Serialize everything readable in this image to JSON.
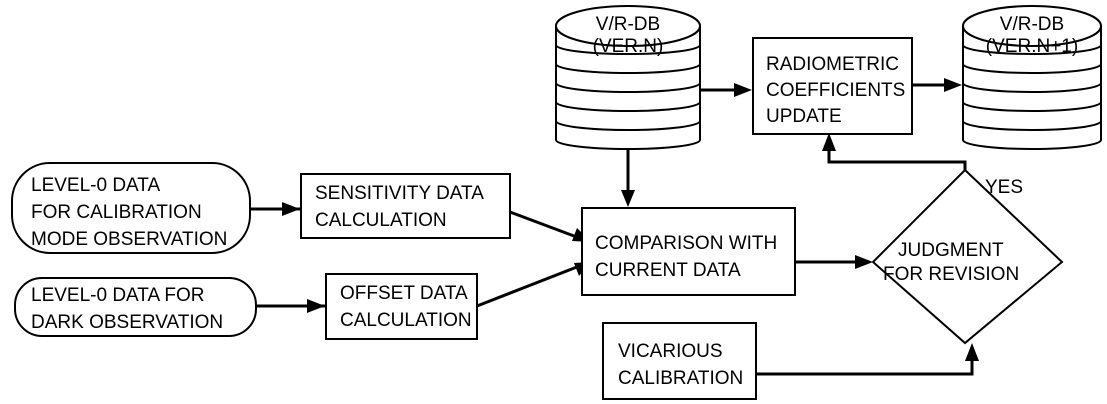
{
  "nodes": {
    "level0_calibration": [
      "LEVEL-0 DATA",
      "FOR CALIBRATION",
      "MODE OBSERVATION"
    ],
    "level0_dark": [
      "LEVEL-0 DATA FOR",
      "DARK OBSERVATION"
    ],
    "sensitivity_calc": [
      "SENSITIVITY DATA",
      "CALCULATION"
    ],
    "offset_calc": [
      "OFFSET DATA",
      "CALCULATION"
    ],
    "comparison": [
      "COMPARISON WITH",
      "CURRENT DATA"
    ],
    "judgment": [
      "JUDGMENT",
      "FOR REVISION"
    ],
    "vicarious": [
      "VICARIOUS",
      "CALIBRATION"
    ],
    "coeff_update": [
      "RADIOMETRIC",
      "COEFFICIENTS",
      "UPDATE"
    ],
    "db_current": [
      "V/R-DB",
      "(VER.N)"
    ],
    "db_next": [
      "V/R-DB",
      "(VER.N+1)"
    ]
  },
  "edge_labels": {
    "yes": "YES"
  }
}
